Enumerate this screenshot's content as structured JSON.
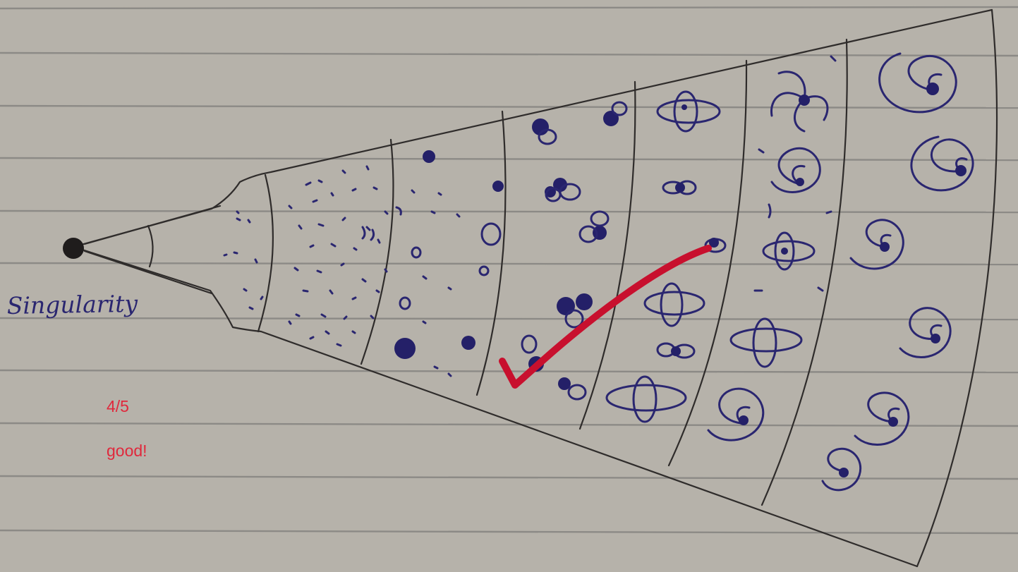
{
  "labels": {
    "origin": "Singularity"
  },
  "teacher_feedback": {
    "score": "4/5",
    "comment": "good!"
  },
  "colors": {
    "paper": "#b6b2aa",
    "paper_ruling": "#8c8a86",
    "pencil_ink": "#2f2c2b",
    "pen_ink": "#2a2670",
    "marker": "#c8102e",
    "feedback_text": "#e0283c"
  }
}
